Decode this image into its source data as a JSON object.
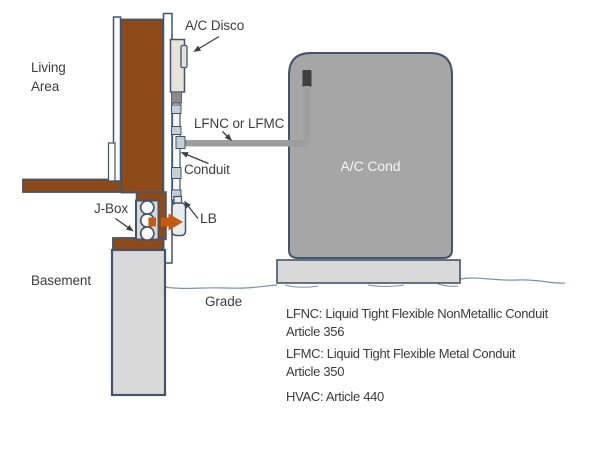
{
  "diagram": {
    "labels": {
      "living_area": "Living\nArea",
      "ac_disco": "A/C Disco",
      "lfnc_lfmc": "LFNC or LFMC",
      "conduit": "Conduit",
      "jbox": "J-Box",
      "lb": "LB",
      "basement": "Basement",
      "grade": "Grade",
      "ac_cond": "A/C Cond"
    },
    "legend": [
      "LFNC: Liquid Tight Flexible NonMetallic Conduit\nArticle 356",
      "LFMC: Liquid Tight Flexible Metal Conduit\nArticle 350",
      "HVAC: Article 440"
    ],
    "colors": {
      "wall_brown": "#8E4A18",
      "outline_blue_gray": "#44546A",
      "condenser_gray": "#A6A6A6",
      "pad_gray": "#D9D9D9",
      "conduit_gray": "#9E9E9E",
      "conduit_cap_dark": "#3F3F3F",
      "coupling_blue_gray": "#C3CEDB",
      "power_arrow_orange": "#C55A11",
      "grade_line_blue": "#7A93AD",
      "text_dark": "#3D3D3D"
    }
  }
}
